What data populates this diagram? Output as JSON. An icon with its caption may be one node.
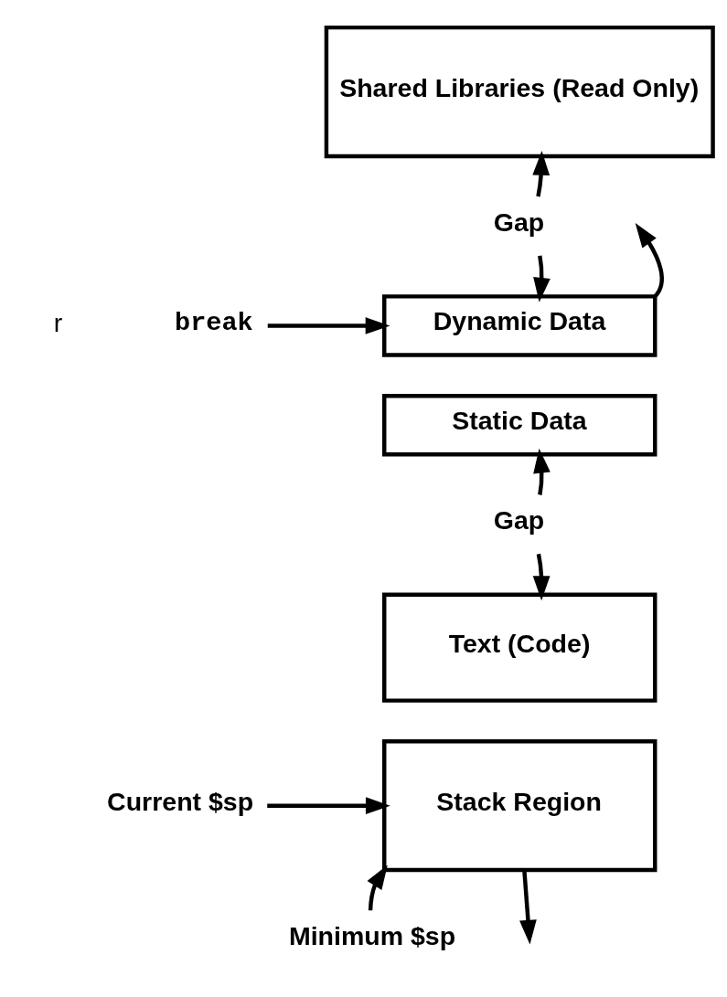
{
  "diagram": {
    "nodes": [
      {
        "text": [
          "Shared Libraries (Read Only)"
        ]
      },
      {
        "text": [
          "Gap"
        ]
      },
      {
        "text": [
          "Dynamic Data"
        ]
      },
      {
        "text": [
          "Static Data"
        ]
      },
      {
        "text": [
          "Gap"
        ]
      },
      {
        "text": [
          "Text (Code)"
        ]
      },
      {
        "text": [
          "Stack Region"
        ]
      },
      {
        "text": [
          "break"
        ]
      },
      {
        "text": [
          "Current $sp"
        ]
      },
      {
        "text": [
          "Minimum $sp"
        ]
      }
    ],
    "edges": [
      {
        "from": 1,
        "to": 0,
        "arrow": "to"
      },
      {
        "from": 1,
        "to": 2,
        "arrow": "to"
      },
      {
        "from": 2,
        "to": null,
        "arrow": "to"
      },
      {
        "from": 7,
        "to": 2,
        "arrow": "to"
      },
      {
        "from": 4,
        "to": 3,
        "arrow": "to"
      },
      {
        "from": 4,
        "to": 5,
        "arrow": "to"
      },
      {
        "from": 8,
        "to": 6,
        "arrow": "to"
      },
      {
        "from": 9,
        "to": 6,
        "arrow": "to"
      },
      {
        "from": 6,
        "to": null,
        "arrow": "to"
      }
    ],
    "labels": [
      "r"
    ]
  }
}
